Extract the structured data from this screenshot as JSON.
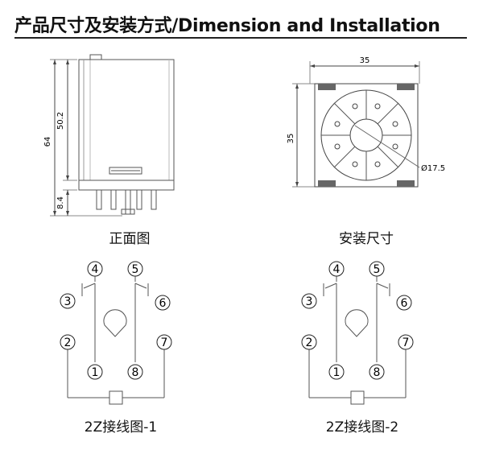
{
  "header": {
    "title": "产品尺寸及安装方式/Dimension and  Installation"
  },
  "front_view": {
    "caption": "正面图",
    "dims": {
      "height_total": "64",
      "height_body": "50.2",
      "pin_length": "8.4"
    }
  },
  "mount_view": {
    "caption": "安装尺寸",
    "dims": {
      "width": "35",
      "height": "35",
      "diameter": "Ø17.5"
    }
  },
  "wiring_1": {
    "caption": "2Z接线图-1",
    "pins": [
      "1",
      "2",
      "3",
      "4",
      "5",
      "6",
      "7",
      "8"
    ]
  },
  "wiring_2": {
    "caption": "2Z接线图-2",
    "pins": [
      "1",
      "2",
      "3",
      "4",
      "5",
      "6",
      "7",
      "8"
    ]
  }
}
